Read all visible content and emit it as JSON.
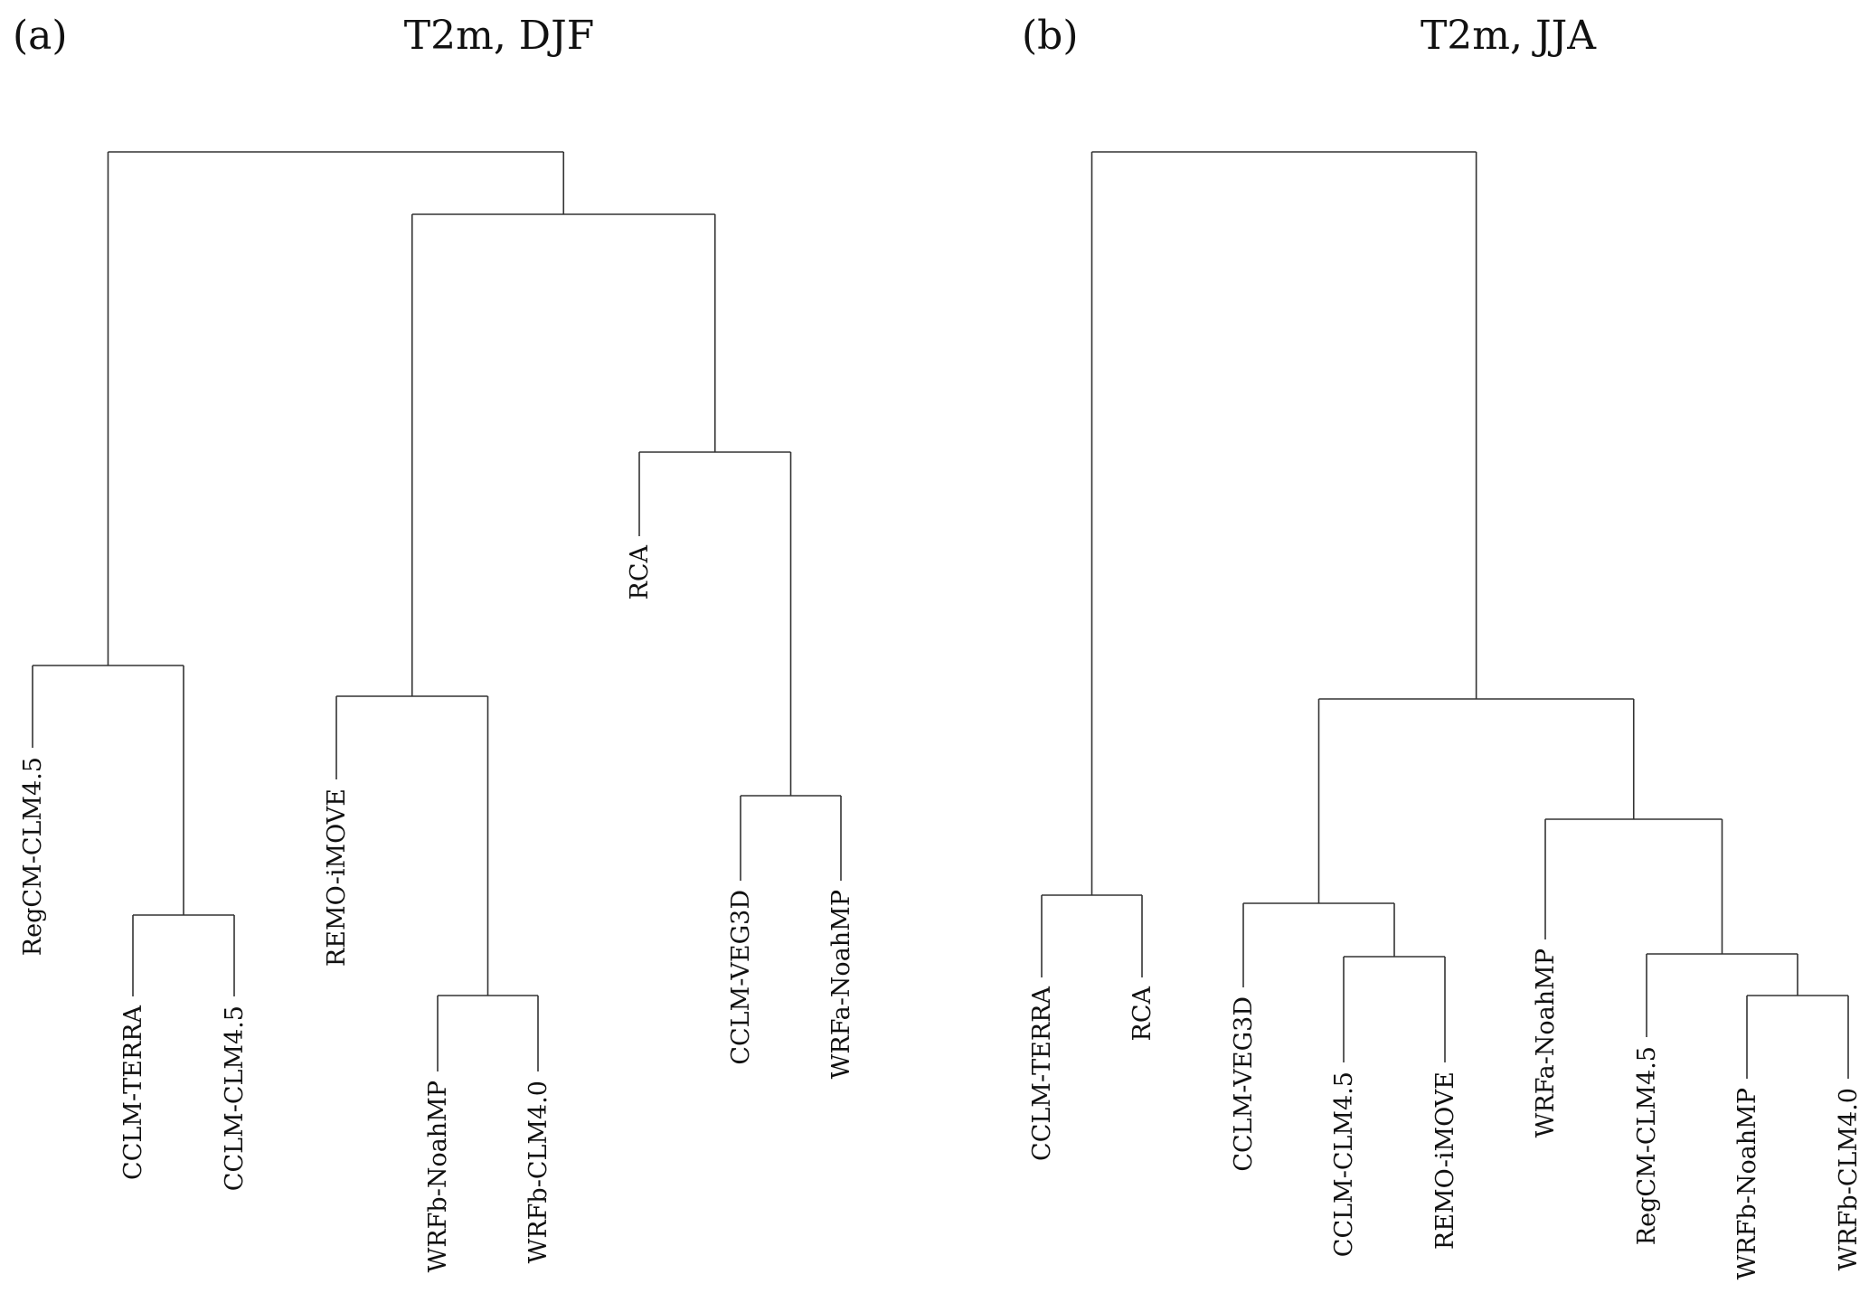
{
  "panels": [
    {
      "letter": "(a)",
      "title": "T2m, DJF",
      "leaves": [
        "RegCM-CLM4.5",
        "CCLM-TERRA",
        "CCLM-CLM4.5",
        "REMO-iMOVE",
        "WRFb-NoahMP",
        "WRFb-CLM4.0",
        "RCA",
        "CCLM-VEG3D",
        "WRFa-NoahMP"
      ],
      "tree": [
        [
          [
            0,
            [
              1,
              2
            ]
          ],
          [
            [
              3,
              [
                4,
                5
              ]
            ],
            [
              6,
              [
                7,
                8
              ]
            ]
          ]
        ]
      ]
    },
    {
      "letter": "(b)",
      "title": "T2m, JJA",
      "leaves": [
        "CCLM-TERRA",
        "RCA",
        "CCLM-VEG3D",
        "CCLM-CLM4.5",
        "REMO-iMOVE",
        "WRFa-NoahMP",
        "RegCM-CLM4.5",
        "WRFb-NoahMP",
        "WRFb-CLM4.0"
      ],
      "tree": [
        [
          [
            0,
            1
          ],
          [
            [
              2,
              [
                3,
                4
              ]
            ],
            [
              5,
              [
                6,
                [
                  7,
                  8
                ]
              ]
            ]
          ]
        ]
      ]
    }
  ]
}
